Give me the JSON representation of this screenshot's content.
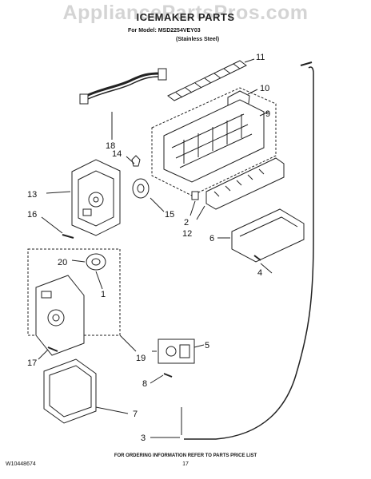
{
  "header": {
    "watermark": "AppliancePartsPros.com",
    "title": "ICEMAKER PARTS",
    "model_line": "For Model: MSD2254VEY03",
    "finish_line": "(Stainless Steel)"
  },
  "callouts": [
    "11",
    "10",
    "9",
    "18",
    "14",
    "13",
    "16",
    "15",
    "2",
    "12",
    "6",
    "20",
    "1",
    "4",
    "5",
    "17",
    "19",
    "8",
    "7",
    "3"
  ],
  "footer": {
    "doc_number": "W10448674",
    "ordering_note": "FOR ORDERING INFORMATION REFER TO PARTS PRICE LIST",
    "page_number": "17"
  }
}
